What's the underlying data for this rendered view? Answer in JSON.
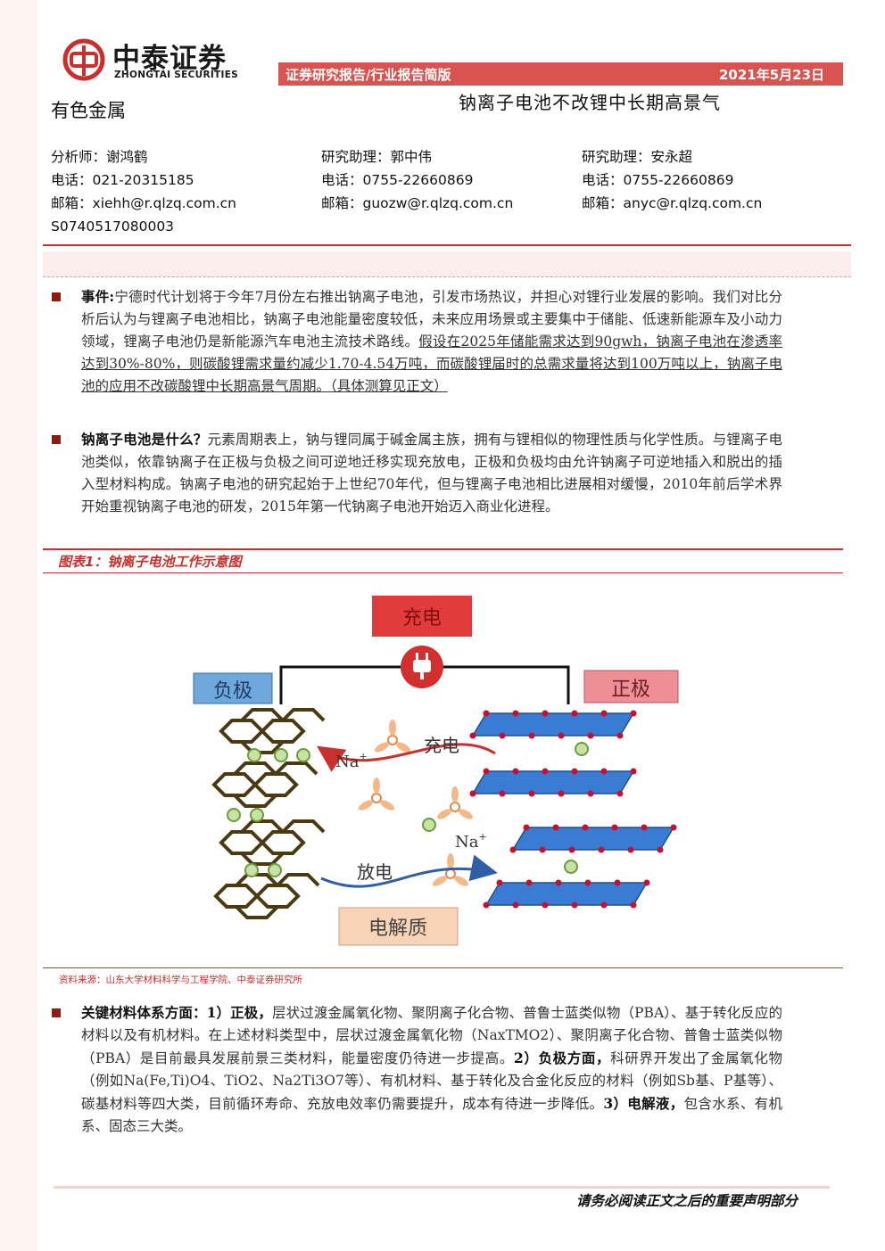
{
  "brand": {
    "name_cn": "中泰证券",
    "name_en": "ZHONGTAI SECURITIES",
    "color": "#c9302c"
  },
  "header": {
    "report_type": "证券研究报告/行业报告简版",
    "date": "2021年5月23日",
    "industry": "有色金属",
    "title": "钠离子电池不改锂中长期高景气"
  },
  "authors": [
    {
      "role": "分析师：",
      "name": "谢鸿鹤",
      "tel_label": "电话：",
      "tel": "021-20315185",
      "email_label": "邮箱：",
      "email": "xiehh@r.qlzq.com.cn",
      "cert": "S0740517080003"
    },
    {
      "role": "研究助理：",
      "name": "郭中伟",
      "tel_label": "电话：",
      "tel": "0755-22660869",
      "email_label": "邮箱：",
      "email": "guozw@r.qlzq.com.cn"
    },
    {
      "role": "研究助理：",
      "name": "安永超",
      "tel_label": "电话：",
      "tel": "0755-22660869",
      "email_label": "邮箱：",
      "email": "anyc@r.qlzq.com.cn"
    }
  ],
  "sections": [
    {
      "heading": "事件:",
      "text": "宁德时代计划将于今年7月份左右推出钠离子电池，引发市场热议，并担心对锂行业发展的影响。我们对比分析后认为与锂离子电池相比，钠离子电池能量密度较低，未来应用场景或主要集中于储能、低速新能源车及小动力领域，锂离子电池仍是新能源汽车电池主流技术路线。",
      "underlined": "假设在2025年储能需求达到90gwh，钠离子电池在渗透率达到30%-80%，则碳酸锂需求量约减少1.70-4.54万吨，而碳酸锂届时的总需求量将达到100万吨以上，钠离子电池的应用不改碳酸锂中长期高景气周期。（具体测算见正文）"
    },
    {
      "heading": "钠离子电池是什么？",
      "text": "元素周期表上，钠与锂同属于碱金属主族，拥有与锂相似的物理性质与化学性质。与锂离子电池类似，依靠钠离子在正极与负极之间可逆地迁移实现充放电，正极和负极均由允许钠离子可逆地插入和脱出的插入型材料构成。钠离子电池的研究起始于上世纪70年代，但与锂离子电池相比进展相对缓慢，2010年前后学术界开始重视钠离子电池的研发，2015年第一代钠离子电池开始迈入商业化进程。"
    },
    {
      "heading": "关键材料体系方面：",
      "parts": [
        {
          "b": "1）正极，",
          "t": "层状过渡金属氧化物、聚阴离子化合物、普鲁士蓝类似物（PBA）、基于转化反应的材料以及有机材料。在上述材料类型中，层状过渡金属氧化物（NaxTMO2）、聚阴离子化合物、普鲁士蓝类似物（PBA）是目前最具发展前景三类材料，能量密度仍待进一步提高。"
        },
        {
          "b": "2）负极方面，",
          "t": "科研界开发出了金属氧化物（例如Na(Fe,Ti)O4、TiO2、Na2Ti3O7等）、有机材料、基于转化及合金化反应的材料（例如Sb基、P基等）、碳基材料等四大类，目前循环寿命、充放电效率仍需要提升，成本有待进一步降低。"
        },
        {
          "b": "3）电解液，",
          "t": "包含水系、有机系、固态三大类。"
        }
      ]
    }
  ],
  "figure": {
    "title": "图表1：钠离子电池工作示意图",
    "labels": {
      "charge_box": "充电",
      "anode": "负极",
      "cathode": "正极",
      "charge_arrow": "充电",
      "discharge_arrow": "放电",
      "ion1": "Na",
      "ion2": "Na",
      "ion_sup": "+",
      "electrolyte": "电解质"
    },
    "source": "资料来源：山东大学材料科学与工程学院、中泰证券研究所"
  },
  "footer": {
    "disclaimer": "请务必阅读正文之后的重要声明部分"
  }
}
